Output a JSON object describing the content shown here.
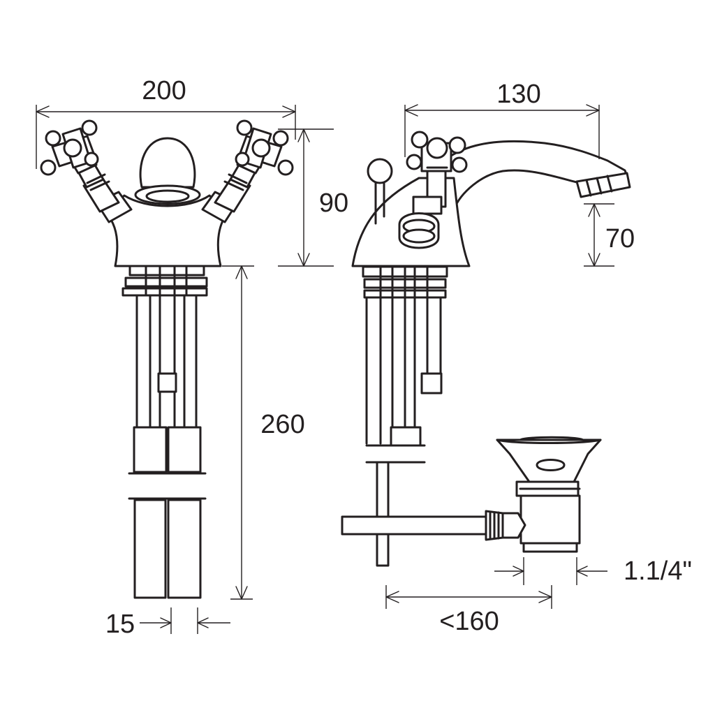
{
  "drawing": {
    "line_color": "#231f20",
    "background": "#ffffff",
    "dimensions": {
      "front_width": "200",
      "front_body_height": "90",
      "tail_length": "260",
      "tail_spacing": "15",
      "spout_reach": "130",
      "spout_height": "70",
      "waste_thread": "1.1/4\"",
      "rod_length": "<160"
    }
  }
}
